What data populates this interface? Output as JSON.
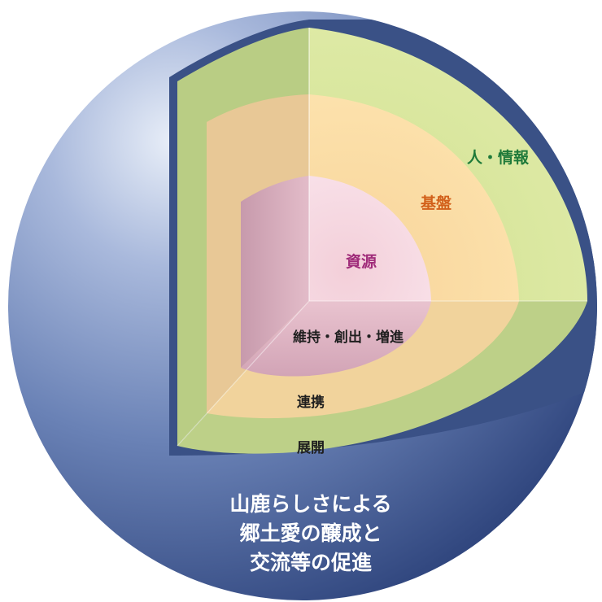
{
  "diagram": {
    "layers": {
      "outer": "人・情報",
      "middle": "基盤",
      "inner": "資源"
    },
    "band_labels": {
      "inner_band": "維持・創出・増進",
      "middle_band": "連携",
      "outer_band": "展開"
    },
    "slogan": [
      "山鹿らしさによる",
      "郷土愛の醸成と",
      "交流等の促進"
    ],
    "colors": {
      "sphere_light": "#dde6f3",
      "sphere_mid": "#6b83b6",
      "sphere_dark": "#2e437a",
      "outer_layer": "#d9e6a0",
      "outer_layer_dark": "#b7cc80",
      "middle_layer": "#fbdca0",
      "middle_layer_dark": "#e6c690",
      "inner_layer": "#f6d6e0",
      "inner_layer_dark": "#d5b0be",
      "outer_text": "#1f7a3a",
      "middle_text": "#d2601a",
      "inner_text": "#a02c7a"
    }
  }
}
